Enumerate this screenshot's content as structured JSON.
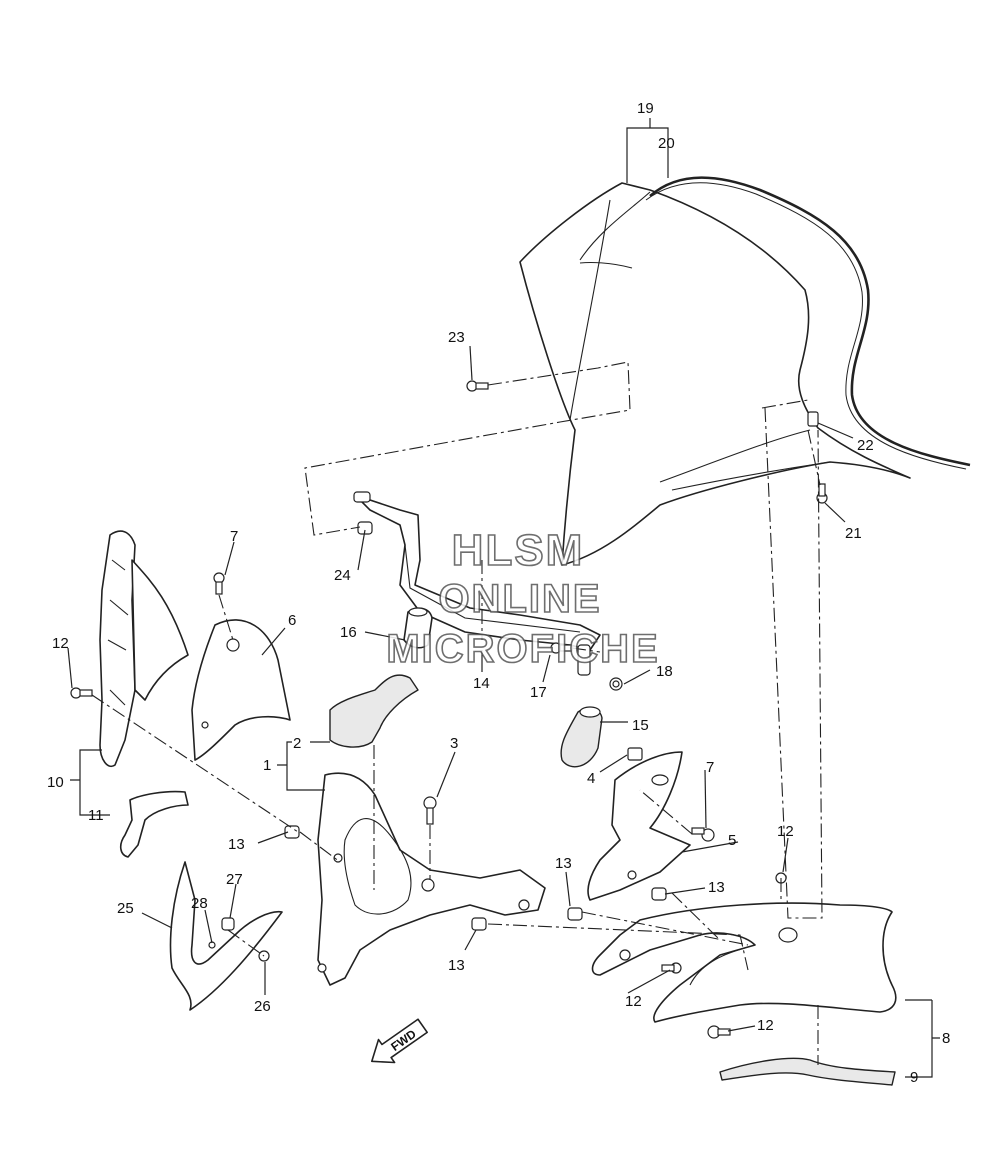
{
  "diagram": {
    "callouts": {
      "c1": "1",
      "c2": "2",
      "c3": "3",
      "c4": "4",
      "c5": "5",
      "c6": "6",
      "c7a": "7",
      "c7b": "7",
      "c8": "8",
      "c9": "9",
      "c10": "10",
      "c11": "11",
      "c12a": "12",
      "c12b": "12",
      "c12c": "12",
      "c12d": "12",
      "c13a": "13",
      "c13b": "13",
      "c13c": "13",
      "c13d": "13",
      "c14": "14",
      "c15": "15",
      "c16": "16",
      "c17": "17",
      "c18": "18",
      "c19": "19",
      "c20": "20",
      "c21": "21",
      "c22": "22",
      "c23": "23",
      "c24": "24",
      "c25": "25",
      "c26": "26",
      "c27": "27",
      "c28": "28"
    },
    "fwd_arrow_label": "FWD",
    "line_color": "#222222",
    "background": "#ffffff"
  },
  "watermark": {
    "line1": "HLSM",
    "line2": "ONLINE",
    "line3": "MICROFICHE"
  }
}
